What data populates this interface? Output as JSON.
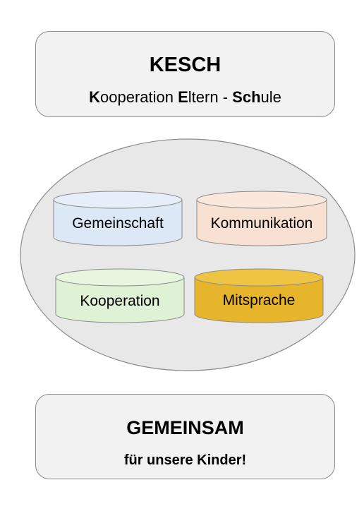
{
  "header": {
    "title": "KESCH",
    "subtitle_parts": [
      {
        "text": "K",
        "bold": true
      },
      {
        "text": "ooperation ",
        "bold": false
      },
      {
        "text": "E",
        "bold": true
      },
      {
        "text": "ltern - ",
        "bold": false
      },
      {
        "text": "Sch",
        "bold": true
      },
      {
        "text": "ule",
        "bold": false
      }
    ]
  },
  "pillars": [
    {
      "label": "Gemeinschaft",
      "fill": "#dde8f6",
      "top": "#e6eefa"
    },
    {
      "label": "Kommunikation",
      "fill": "#f8e1d3",
      "top": "#fae8dd"
    },
    {
      "label": "Kooperation",
      "fill": "#e0f2d6",
      "top": "#e8f6e0"
    },
    {
      "label": "Mitsprache",
      "fill": "#e6b52b",
      "top": "#f0c443"
    }
  ],
  "footer": {
    "title": "GEMEINSAM",
    "subtitle": "für unsere Kinder!"
  },
  "colors": {
    "ellipse_fill": "#e8e8e8",
    "border": "#8a8a8a"
  }
}
